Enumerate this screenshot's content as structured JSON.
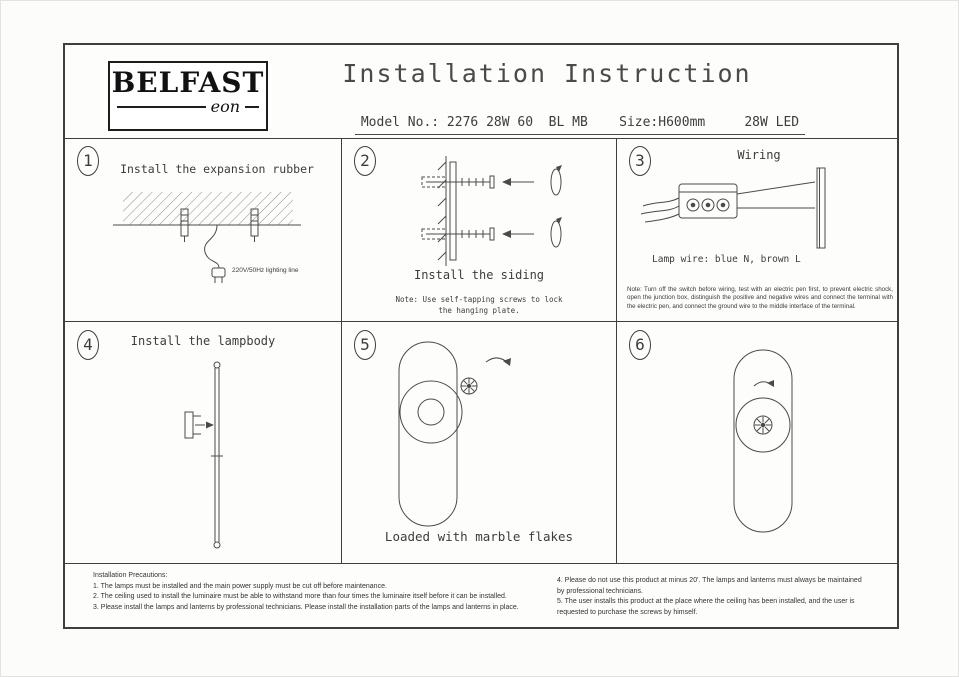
{
  "header": {
    "logo": {
      "name": "BELFAST",
      "sub": "eon"
    },
    "title": "Installation Instruction",
    "model_line": "Model No.: 2276 28W 60  BL MB    Size:H600mm     28W LED"
  },
  "panels": [
    {
      "num": "1",
      "label": "Install the expansion rubber",
      "caption": "220V/50Hz lighting line"
    },
    {
      "num": "2",
      "label": "Install the siding",
      "note": "Note: Use self-tapping screws to lock the hanging plate."
    },
    {
      "num": "3",
      "title": "Wiring",
      "label": "Lamp wire: blue N, brown L",
      "note": "Note: Turn off the switch before wiring, test with an electric pen first, to prevent electric shock, open the junction box, distinguish the positive and negative wires and connect the terminal with the electric pen, and connect the ground wire to the middle interface of the terminal."
    },
    {
      "num": "4",
      "label": "Install the lampbody"
    },
    {
      "num": "5",
      "label": "Loaded with marble flakes"
    },
    {
      "num": "6"
    }
  ],
  "footer": {
    "heading": "Installation Precautions:",
    "left": [
      "1. The lamps must be installed and the main power supply must be cut off before maintenance.",
      "2. The ceiling used to install the luminaire must be able to withstand more than four times the luminaire itself before it can be installed.",
      "3. Please install the lamps and lanterns by professional technicians. Please install the installation parts of the lamps and lanterns in place."
    ],
    "right": [
      "4. Please do not use this product at minus 20'. The lamps and lanterns must always be maintained by professional technicians.",
      "5. The user installs this product at the place where the ceiling has been installed, and the user is requested to purchase the screws by himself."
    ]
  }
}
